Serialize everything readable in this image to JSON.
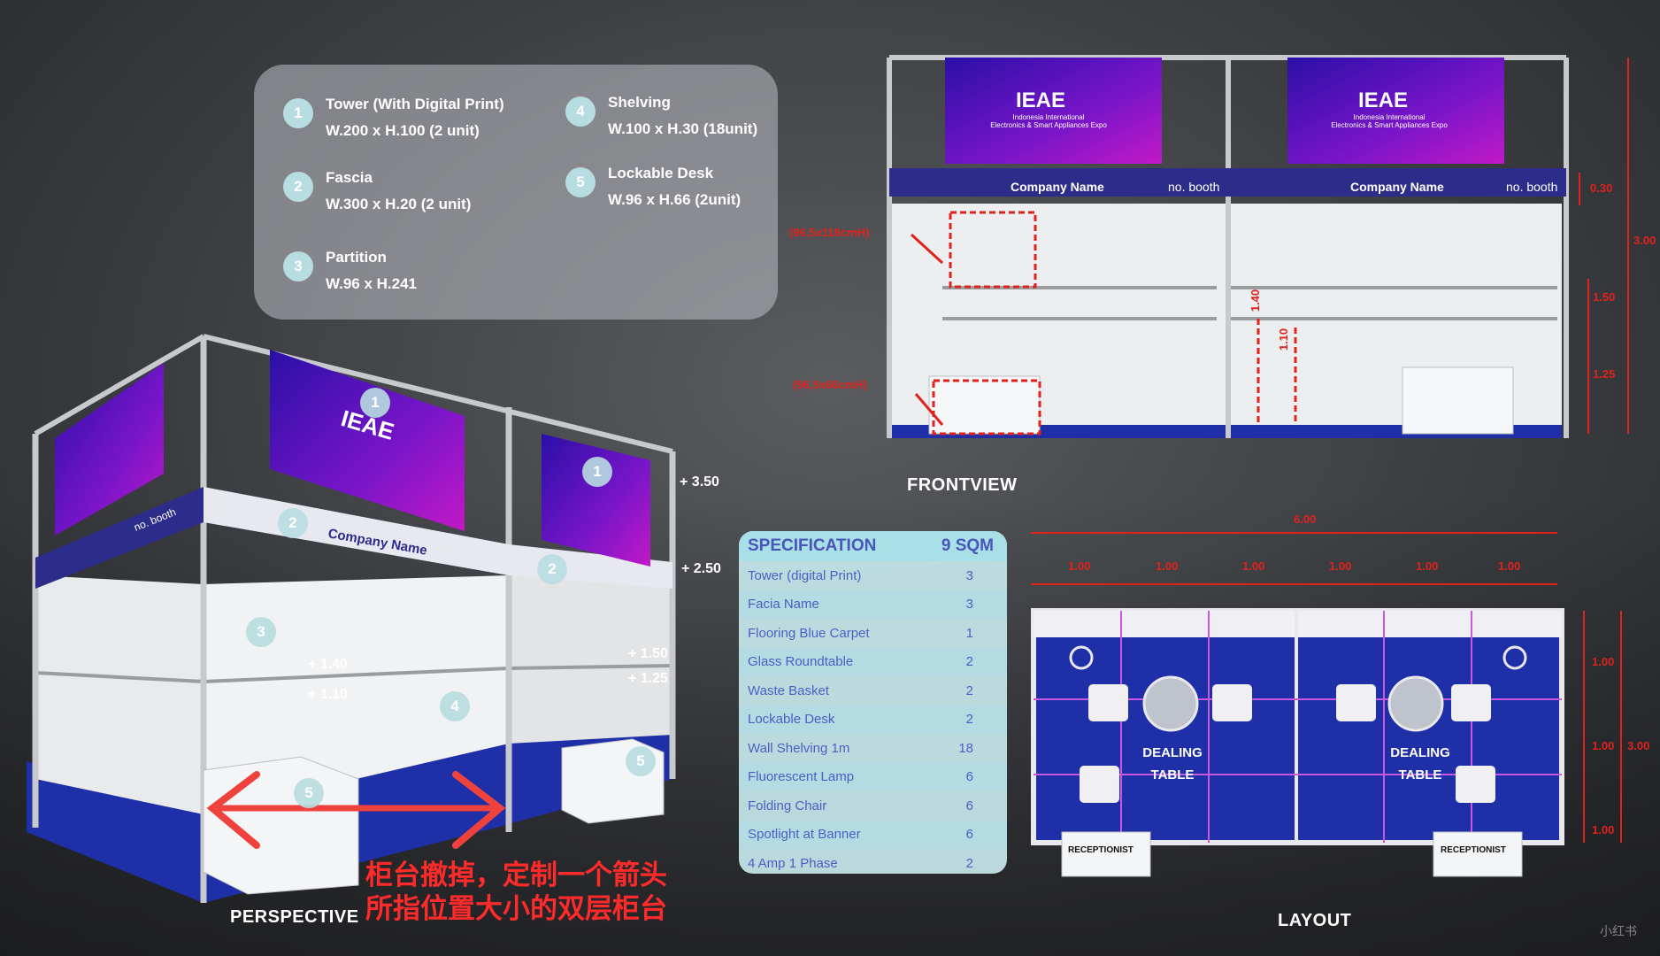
{
  "legend": {
    "items": [
      {
        "num": "1",
        "title": "Tower (With Digital Print)",
        "detail": "W.200 x H.100 (2 unit)"
      },
      {
        "num": "2",
        "title": "Fascia",
        "detail": "W.300 x H.20 (2 unit)"
      },
      {
        "num": "3",
        "title": "Partition",
        "detail": "W.96 x H.241"
      },
      {
        "num": "4",
        "title": "Shelving",
        "detail": "W.100 x H.30 (18unit)"
      },
      {
        "num": "5",
        "title": "Lockable Desk",
        "detail": "W.96 x H.66 (2unit)"
      }
    ]
  },
  "banner": {
    "logo": "IEAE",
    "subtitle_line1": "Indonesia International",
    "subtitle_line2": "Electronics & Smart Appliances Expo"
  },
  "fascia": {
    "company": "Company Name",
    "booth": "no. booth"
  },
  "perspective": {
    "label": "PERSPECTIVE",
    "heights": [
      "+ 3.50",
      "+ 2.50",
      "+ 1.40",
      "+ 1.10",
      "+ 1.50",
      "+ 1.25"
    ],
    "badges": [
      "1",
      "1",
      "2",
      "2",
      "3",
      "4",
      "5",
      "5"
    ]
  },
  "frontview": {
    "label": "FRONTVIEW",
    "annot_top": "(96,5x118cmH)",
    "annot_bottom": "(96,5x66cmH)",
    "dim_140": "1.40",
    "dim_110": "1.10",
    "right_dims": [
      "0.30",
      "3.00",
      "1.50",
      "1.25"
    ]
  },
  "spec": {
    "title": "SPECIFICATION",
    "area": "9 SQM",
    "rows": [
      {
        "item": "Tower (digital Print)",
        "qty": "3"
      },
      {
        "item": "Facia Name",
        "qty": "3"
      },
      {
        "item": "Flooring Blue Carpet",
        "qty": "1"
      },
      {
        "item": "Glass Roundtable",
        "qty": "2"
      },
      {
        "item": "Waste Basket",
        "qty": "2"
      },
      {
        "item": "Lockable Desk",
        "qty": "2"
      },
      {
        "item": "Wall Shelving 1m",
        "qty": "18"
      },
      {
        "item": "Fluorescent Lamp",
        "qty": "6"
      },
      {
        "item": "Folding Chair",
        "qty": "6"
      },
      {
        "item": "Spotlight at Banner",
        "qty": "6"
      },
      {
        "item": "4 Amp 1 Phase",
        "qty": "2"
      }
    ]
  },
  "layout": {
    "label": "LAYOUT",
    "total_width": "6.00",
    "segments": [
      "1.00",
      "1.00",
      "1.00",
      "1.00",
      "1.00",
      "1.00"
    ],
    "side_dims": [
      "1.00",
      "1.00",
      "1.00",
      "3.00"
    ],
    "table_label_1": "DEALING",
    "table_label_2": "TABLE",
    "reception": "RECEPTIONIST"
  },
  "note": {
    "line1": "柜台撤掉，定制一个箭头",
    "line2": "所指位置大小的双层柜台"
  },
  "watermark": "小红书",
  "colors": {
    "carpet": "#1e2fa8",
    "banner_start": "#2a0fa8",
    "banner_end": "#c219c6",
    "red_annotation": "#e0221d",
    "arrow": "#f0423c",
    "spec_bg": "#c8e8ec",
    "spec_text": "#4b5fc5"
  }
}
